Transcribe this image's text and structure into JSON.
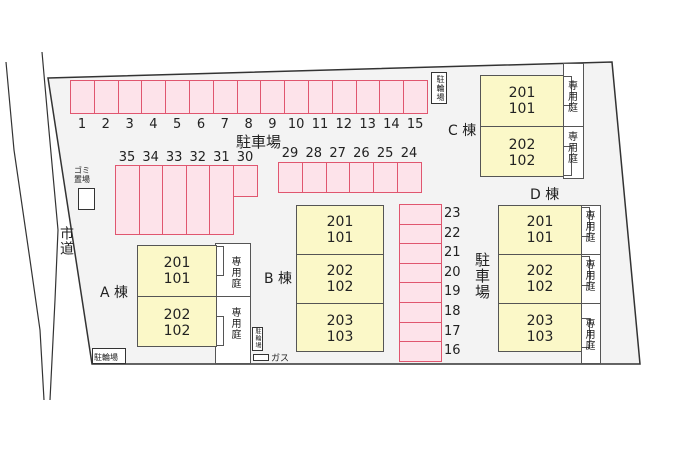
{
  "road_label": "市道",
  "parking_label": "駐車場",
  "parking_label_2": "駐車場",
  "garbage_label": "ゴミ置場",
  "bicycle_label": "駐輪場",
  "gas_label": "ガス",
  "garden_label": "専用庭",
  "parking_top": [
    "1",
    "2",
    "3",
    "4",
    "5",
    "6",
    "7",
    "8",
    "9",
    "10",
    "11",
    "12",
    "13",
    "14",
    "15"
  ],
  "parking_mid_left": [
    "35",
    "34",
    "33",
    "32",
    "31",
    "30"
  ],
  "parking_mid_right": [
    "29",
    "28",
    "27",
    "26",
    "25",
    "24"
  ],
  "parking_vertical": [
    "23",
    "22",
    "21",
    "20",
    "19",
    "18",
    "17",
    "16"
  ],
  "buildings": {
    "A": {
      "label": "A 棟",
      "units": [
        [
          "201",
          "101"
        ],
        [
          "202",
          "102"
        ]
      ]
    },
    "B": {
      "label": "B 棟",
      "units": [
        [
          "201",
          "101"
        ],
        [
          "202",
          "102"
        ],
        [
          "203",
          "103"
        ]
      ]
    },
    "C": {
      "label": "C 棟",
      "units": [
        [
          "201",
          "101"
        ],
        [
          "202",
          "102"
        ]
      ]
    },
    "D": {
      "label": "D 棟",
      "units": [
        [
          "201",
          "101"
        ],
        [
          "202",
          "102"
        ],
        [
          "203",
          "103"
        ]
      ]
    }
  },
  "colors": {
    "parking_fill": "#fde3ea",
    "parking_border": "#e0566f",
    "building_fill": "#fbf8c8",
    "ground": "#f3f3f3"
  }
}
